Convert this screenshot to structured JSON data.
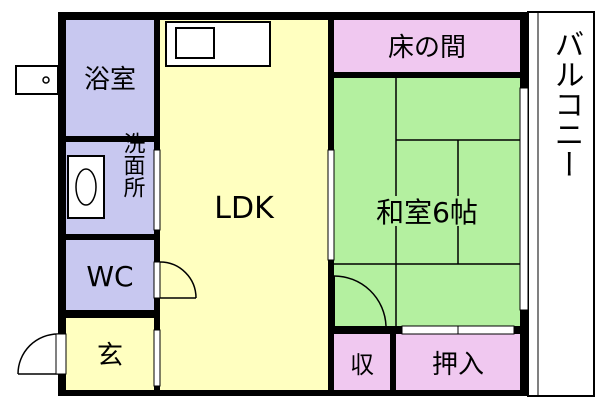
{
  "plan": {
    "rooms": {
      "bath": {
        "label": "浴室"
      },
      "washroom": {
        "label": "洗面所"
      },
      "wc": {
        "label": "WC"
      },
      "entrance": {
        "label": "玄"
      },
      "ldk": {
        "label": "LDK"
      },
      "tokonoma": {
        "label": "床の間"
      },
      "washitsu": {
        "label": "和室6帖"
      },
      "storage": {
        "label": "収"
      },
      "closet": {
        "label": "押入"
      },
      "balcony": {
        "label": "バルコニー"
      }
    },
    "colors": {
      "wall": "#000000",
      "wet_area": "#c8c8f0",
      "ldk": "#ffffc0",
      "washitsu": "#b4f0a0",
      "storage": "#f0c8f0",
      "balcony": "#ffffff"
    }
  }
}
